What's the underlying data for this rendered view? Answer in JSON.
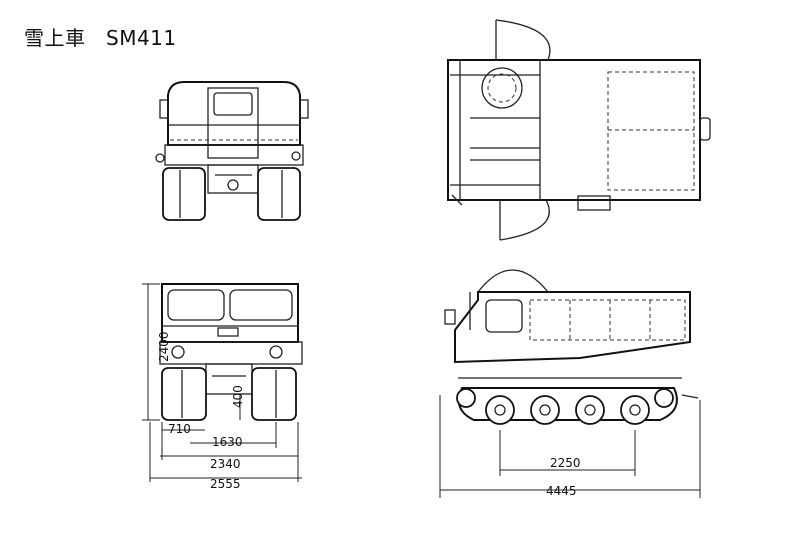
{
  "title": "雪上車　SM411",
  "dimensions": {
    "height": "2400",
    "ground_clearance": "400",
    "track_width": "710",
    "track_gauge": "1630",
    "inner_width": "2340",
    "overall_width": "2555",
    "wheelbase": "2250",
    "overall_length": "4445"
  }
}
